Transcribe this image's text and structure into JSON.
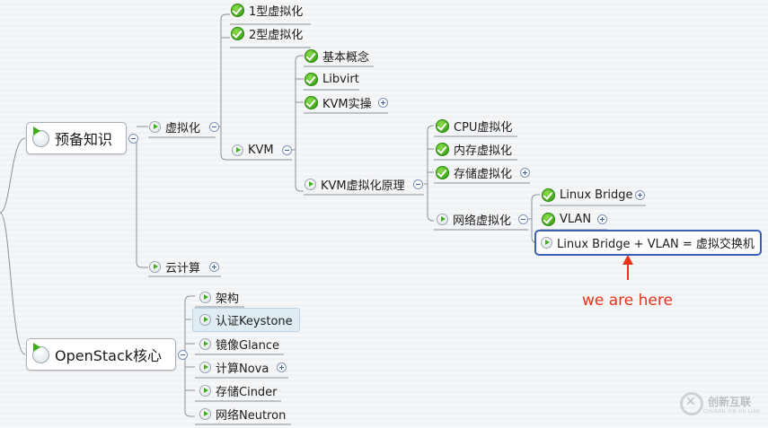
{
  "roots": {
    "prep": "预备知识",
    "openstack": "OpenStack核心"
  },
  "prep": {
    "virt": "虚拟化",
    "cloud": "云计算",
    "virt_children": {
      "type1": "1型虚拟化",
      "type2": "2型虚拟化",
      "kvm": "KVM"
    },
    "kvm_children": {
      "concepts": "基本概念",
      "libvirt": "Libvirt",
      "practice": "KVM实操",
      "principle": "KVM虚拟化原理"
    },
    "principle_children": {
      "cpu": "CPU虚拟化",
      "mem": "内存虚拟化",
      "storage": "存储虚拟化",
      "net": "网络虚拟化"
    },
    "net_children": {
      "bridge": "Linux Bridge",
      "vlan": "VLAN",
      "switch": "Linux Bridge + VLAN = 虚拟交换机"
    }
  },
  "openstack": {
    "arch": "架构",
    "keystone": "认证Keystone",
    "glance": "镜像Glance",
    "nova": "计算Nova",
    "cinder": "存储Cinder",
    "neutron": "网络Neutron"
  },
  "annotation": "we are here",
  "watermark": {
    "name": "创新互联",
    "sub": "CHUANG XIN HU LIAN"
  },
  "colors": {
    "line": "#8a9199",
    "accent_red": "#e8331b",
    "selected_border": "#3a5fb4",
    "check_green": "#3aa11a"
  }
}
